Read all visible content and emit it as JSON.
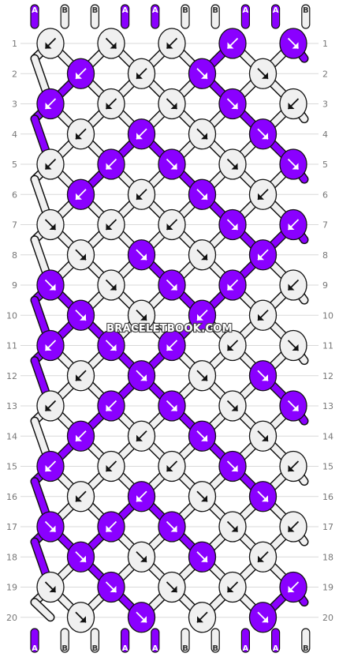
{
  "colors": {
    "A": "#8a00ff",
    "B": "#f0f0f0",
    "outline": "#111111",
    "background": "#ffffff"
  },
  "thread_ends": [
    "A",
    "B",
    "B",
    "A",
    "A",
    "B",
    "B",
    "A",
    "A",
    "B"
  ],
  "rows": [
    "1",
    "2",
    "3",
    "4",
    "5",
    "6",
    "7",
    "8",
    "9",
    "10",
    "11",
    "12",
    "13",
    "14",
    "15",
    "16",
    "17",
    "18",
    "19",
    "20"
  ],
  "watermark": "BRACELETBOOK.COM",
  "knots": [
    [
      [
        "B",
        "sw"
      ],
      [
        "B",
        "se"
      ],
      [
        "B",
        "sw"
      ],
      [
        "A",
        "sw"
      ],
      [
        "A",
        "se"
      ]
    ],
    [
      [
        "A",
        "sw"
      ],
      [
        "B",
        "sw"
      ],
      [
        "A",
        "se"
      ],
      [
        "B",
        "se"
      ]
    ],
    [
      [
        "A",
        "sw"
      ],
      [
        "B",
        "sw"
      ],
      [
        "B",
        "se"
      ],
      [
        "A",
        "se"
      ],
      [
        "B",
        "sw"
      ]
    ],
    [
      [
        "B",
        "sw"
      ],
      [
        "A",
        "sw"
      ],
      [
        "B",
        "se"
      ],
      [
        "A",
        "se"
      ]
    ],
    [
      [
        "B",
        "sw"
      ],
      [
        "A",
        "sw"
      ],
      [
        "A",
        "se"
      ],
      [
        "B",
        "se"
      ],
      [
        "A",
        "se"
      ]
    ],
    [
      [
        "A",
        "sw"
      ],
      [
        "B",
        "sw"
      ],
      [
        "A",
        "se"
      ],
      [
        "B",
        "sw"
      ]
    ],
    [
      [
        "B",
        "se"
      ],
      [
        "B",
        "sw"
      ],
      [
        "B",
        "sw"
      ],
      [
        "A",
        "se"
      ],
      [
        "A",
        "sw"
      ]
    ],
    [
      [
        "B",
        "se"
      ],
      [
        "A",
        "se"
      ],
      [
        "B",
        "se"
      ],
      [
        "A",
        "sw"
      ]
    ],
    [
      [
        "A",
        "se"
      ],
      [
        "B",
        "se"
      ],
      [
        "A",
        "se"
      ],
      [
        "A",
        "sw"
      ],
      [
        "B",
        "sw"
      ]
    ],
    [
      [
        "A",
        "se"
      ],
      [
        "B",
        "se"
      ],
      [
        "A",
        "sw"
      ],
      [
        "B",
        "sw"
      ]
    ],
    [
      [
        "A",
        "sw"
      ],
      [
        "A",
        "se"
      ],
      [
        "A",
        "sw"
      ],
      [
        "B",
        "sw"
      ],
      [
        "B",
        "se"
      ]
    ],
    [
      [
        "B",
        "sw"
      ],
      [
        "A",
        "se"
      ],
      [
        "B",
        "se"
      ],
      [
        "A",
        "se"
      ]
    ],
    [
      [
        "B",
        "sw"
      ],
      [
        "A",
        "sw"
      ],
      [
        "A",
        "se"
      ],
      [
        "B",
        "se"
      ],
      [
        "A",
        "se"
      ]
    ],
    [
      [
        "A",
        "sw"
      ],
      [
        "B",
        "sw"
      ],
      [
        "A",
        "se"
      ],
      [
        "B",
        "se"
      ]
    ],
    [
      [
        "A",
        "sw"
      ],
      [
        "B",
        "sw"
      ],
      [
        "B",
        "sw"
      ],
      [
        "A",
        "se"
      ],
      [
        "B",
        "sw"
      ]
    ],
    [
      [
        "B",
        "sw"
      ],
      [
        "A",
        "sw"
      ],
      [
        "B",
        "se"
      ],
      [
        "A",
        "se"
      ]
    ],
    [
      [
        "A",
        "se"
      ],
      [
        "A",
        "sw"
      ],
      [
        "A",
        "se"
      ],
      [
        "B",
        "se"
      ],
      [
        "B",
        "sw"
      ]
    ],
    [
      [
        "A",
        "se"
      ],
      [
        "B",
        "se"
      ],
      [
        "A",
        "se"
      ],
      [
        "B",
        "sw"
      ]
    ],
    [
      [
        "B",
        "se"
      ],
      [
        "A",
        "se"
      ],
      [
        "B",
        "se"
      ],
      [
        "B",
        "sw"
      ],
      [
        "A",
        "sw"
      ]
    ],
    [
      [
        "B",
        "se"
      ],
      [
        "A",
        "se"
      ],
      [
        "B",
        "sw"
      ],
      [
        "A",
        "se"
      ]
    ]
  ]
}
